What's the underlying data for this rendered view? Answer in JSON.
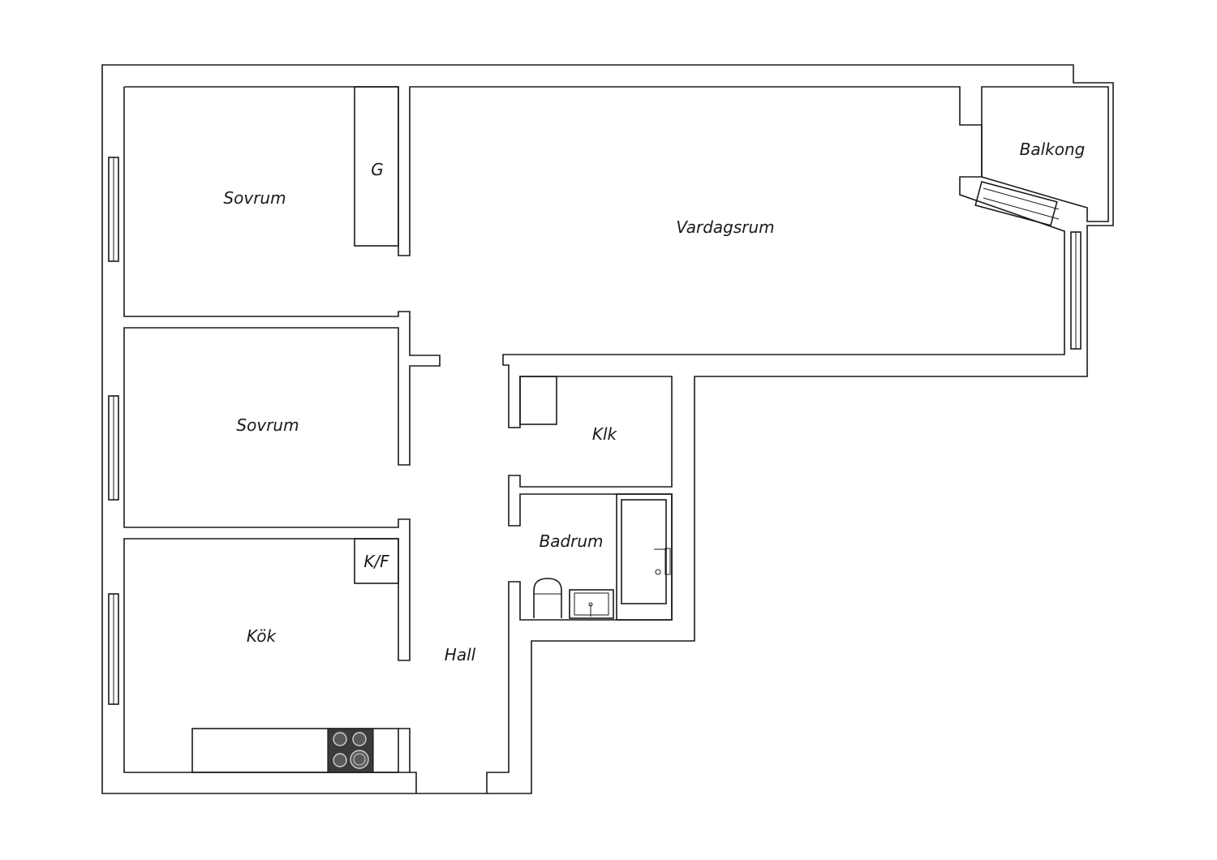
{
  "rooms": {
    "bedroom_1": "Sovrum",
    "bedroom_2": "Sovrum",
    "wardrobe": "G",
    "living_room": "Vardagsrum",
    "balcony": "Balkong",
    "closet": "Klk",
    "bathroom": "Badrum",
    "kitchen": "Kök",
    "fridge_freezer": "K/F",
    "hall": "Hall"
  },
  "colors": {
    "line": "#1a1a1a",
    "background": "#ffffff",
    "stove": "#3a3a3a"
  }
}
